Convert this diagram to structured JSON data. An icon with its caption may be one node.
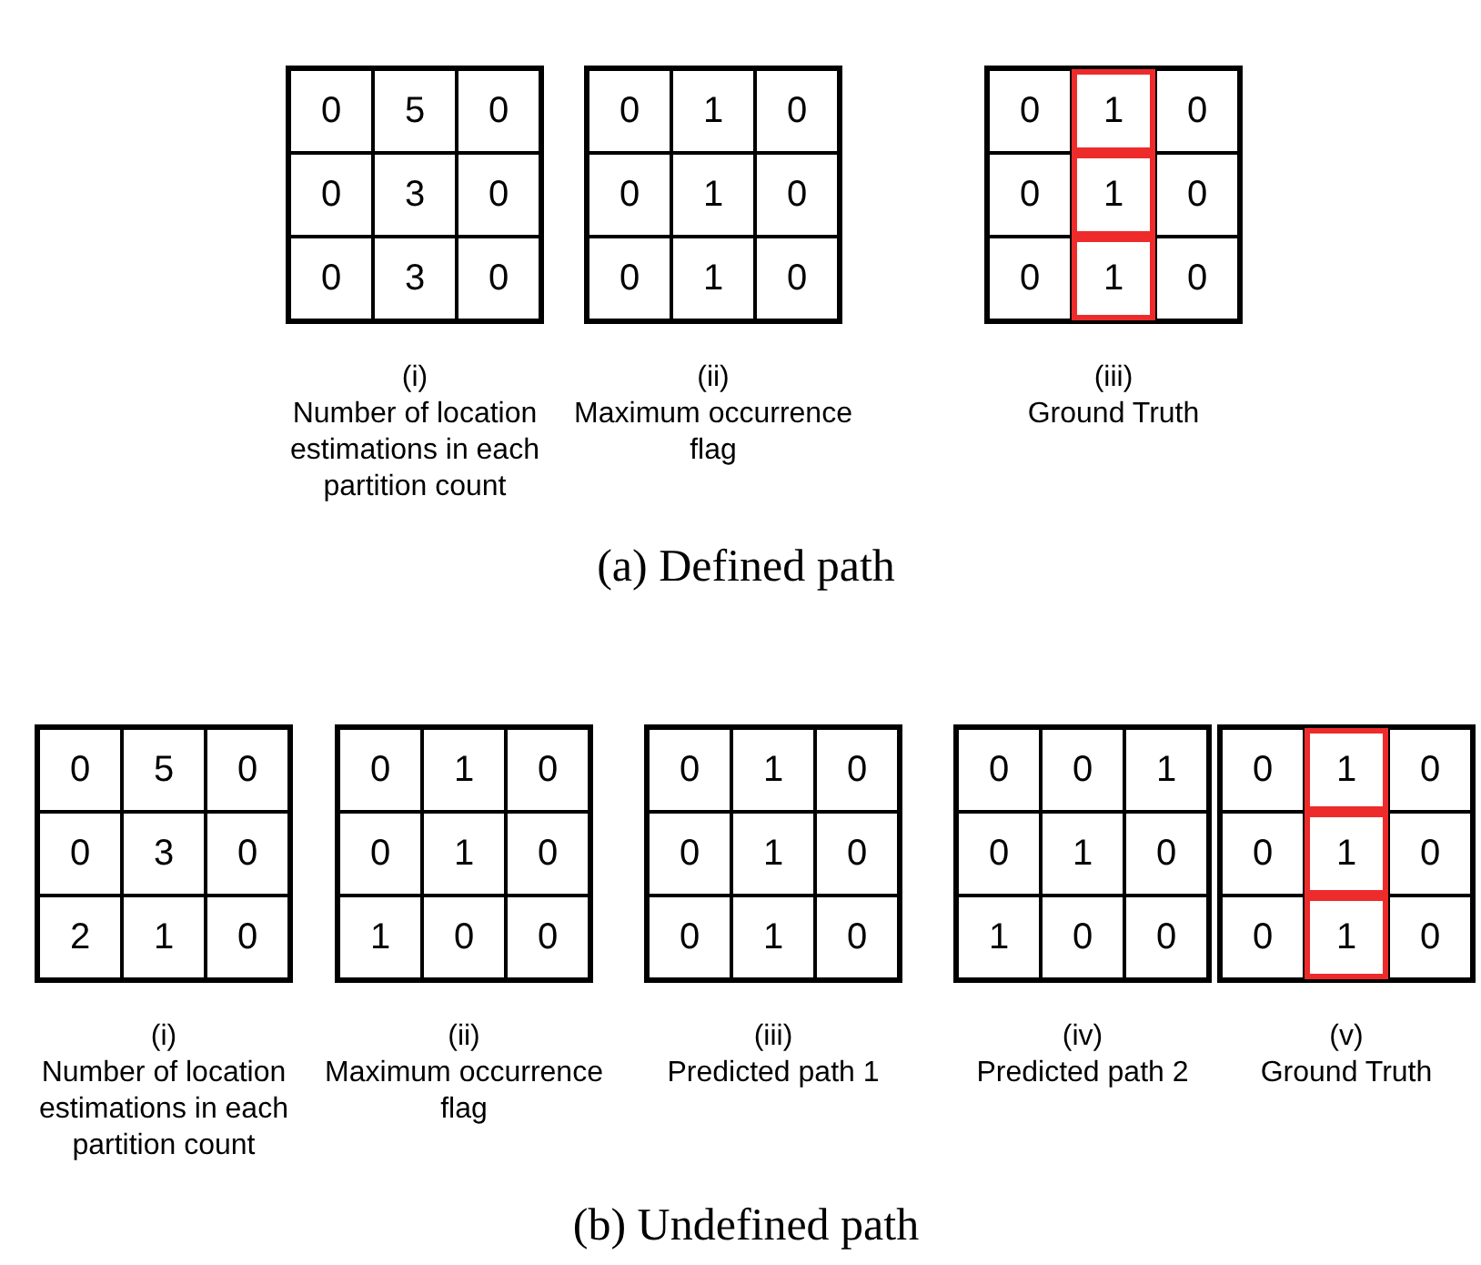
{
  "diagram": {
    "nodes": [
      {
        "text": [
          "0",
          "5",
          "0",
          "0",
          "3",
          "0",
          "0",
          "3",
          "0"
        ],
        "beside": [
          "(i)",
          "Number of location estimations in each partition count"
        ]
      },
      {
        "text": [
          "0",
          "1",
          "0",
          "0",
          "1",
          "0",
          "0",
          "1",
          "0"
        ],
        "beside": [
          "(ii)",
          "Maximum occurrence flag"
        ]
      },
      {
        "text": [
          "0",
          "1",
          "0",
          "0",
          "1",
          "0",
          "0",
          "1",
          "0"
        ],
        "beside": [
          "(iii)",
          "Ground Truth"
        ]
      },
      {
        "text": [
          "0",
          "5",
          "0",
          "0",
          "3",
          "0",
          "2",
          "1",
          "0"
        ],
        "beside": [
          "(i)",
          "Number of location estimations in each partition count"
        ]
      },
      {
        "text": [
          "0",
          "1",
          "0",
          "0",
          "1",
          "0",
          "1",
          "0",
          "0"
        ],
        "beside": [
          "(ii)",
          "Maximum occurrence flag"
        ]
      },
      {
        "text": [
          "0",
          "1",
          "0",
          "0",
          "1",
          "0",
          "0",
          "1",
          "0"
        ],
        "beside": [
          "(iii)",
          "Predicted path 1"
        ]
      },
      {
        "text": [
          "0",
          "0",
          "1",
          "0",
          "1",
          "0",
          "1",
          "0",
          "0"
        ],
        "beside": [
          "(iv)",
          "Predicted path 2"
        ]
      },
      {
        "text": [
          "0",
          "1",
          "0",
          "0",
          "1",
          "0",
          "0",
          "1",
          "0"
        ],
        "beside": [
          "(v)",
          "Ground Truth"
        ]
      }
    ],
    "edges": [],
    "labels": [
      "(a) Defined path",
      "(b) Undefined path"
    ]
  }
}
